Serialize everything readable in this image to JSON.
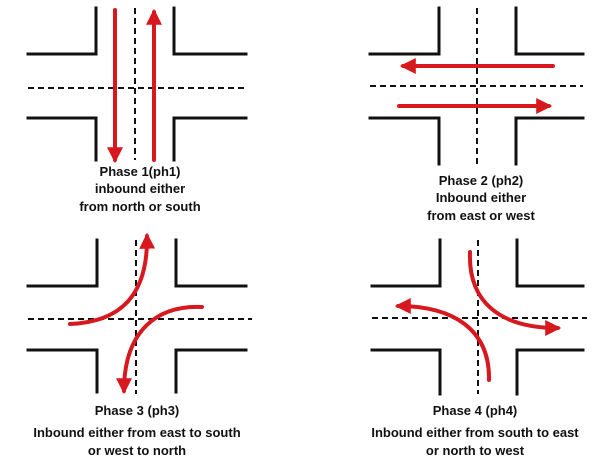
{
  "colors": {
    "arrow": "#d7191f",
    "road": "#111111",
    "background": "#ffffff"
  },
  "phases": [
    {
      "id": "ph1",
      "title": "Phase 1(ph1)",
      "lines": [
        "inbound either",
        "from north or south"
      ]
    },
    {
      "id": "ph2",
      "title": "Phase 2 (ph2)",
      "lines": [
        "Inbound either",
        "from east or west"
      ]
    },
    {
      "id": "ph3",
      "title": "Phase 3 (ph3)",
      "lines": [
        "Inbound either from east to south",
        "or west to north"
      ]
    },
    {
      "id": "ph4",
      "title": "Phase 4 (ph4)",
      "lines": [
        "Inbound either from  south to east",
        "or north to west"
      ]
    }
  ]
}
